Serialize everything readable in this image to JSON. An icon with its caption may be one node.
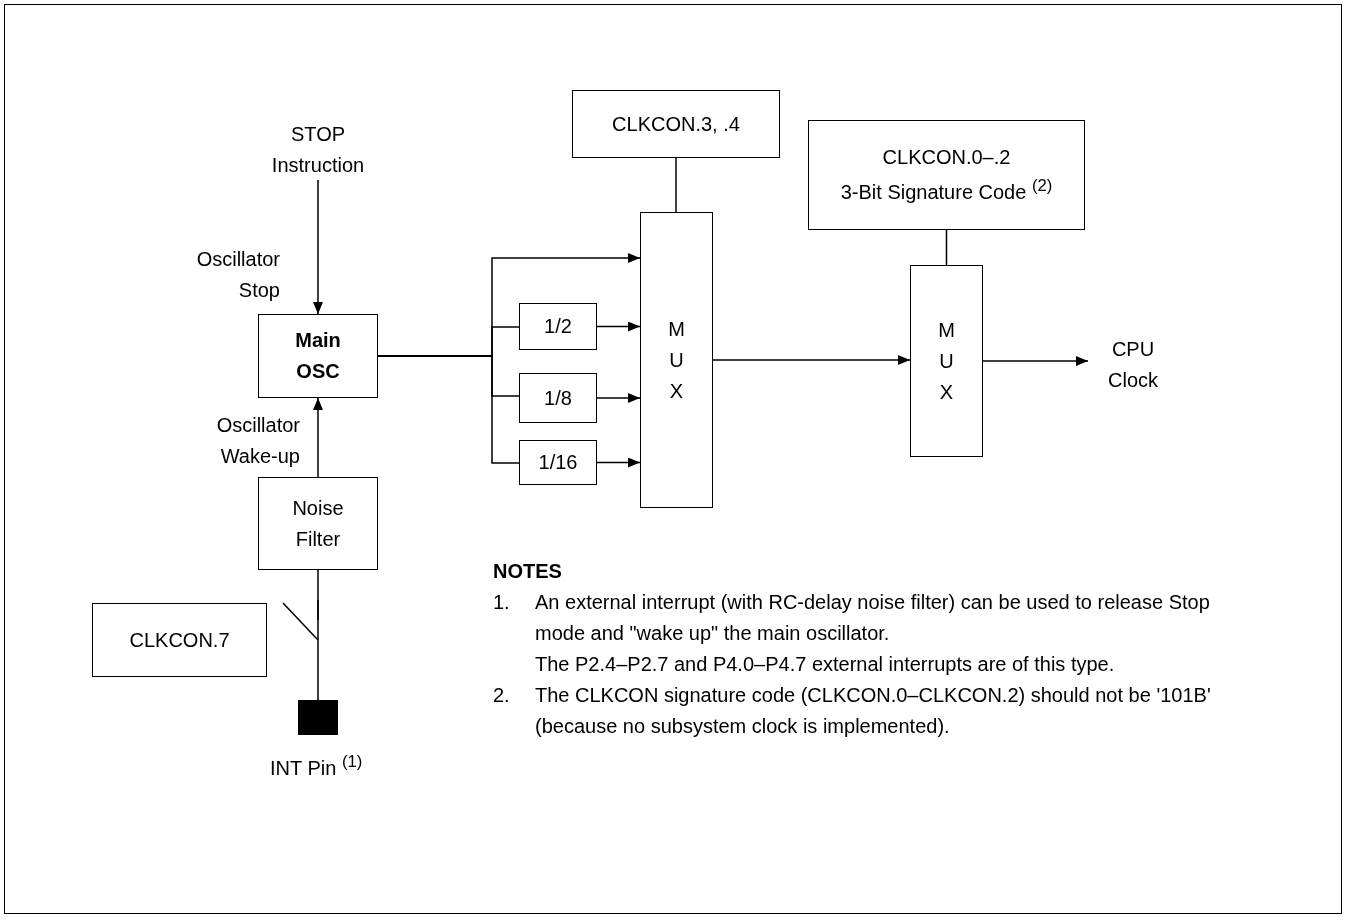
{
  "diagram": {
    "nodes": [
      {
        "text": [
          "STOP Instruction"
        ]
      },
      {
        "text": [
          "Main OSC"
        ]
      },
      {
        "text": [
          "Noise Filter"
        ]
      },
      {
        "text": [
          "CLKCON.7"
        ]
      },
      {
        "text": [],
        "shape": "box",
        "beside": [
          "INT Pin $^{(1)}$"
        ]
      },
      {
        "text": [
          "CLKCON.3, .4"
        ]
      },
      {
        "text": [
          "1/2"
        ]
      },
      {
        "text": [
          "1/8"
        ]
      },
      {
        "text": [
          "1/16"
        ]
      },
      {
        "text": [
          "M U X"
        ]
      },
      {
        "text": [
          "CLKCON.0–.2",
          "3-Bit Signature Code $^{(2)}$"
        ]
      },
      {
        "text": [
          "M U X"
        ]
      },
      {
        "text": [
          "CPU Clock"
        ]
      },
      {
        "text": [],
        "shape": "switch"
      }
    ],
    "edges": [
      {
        "from": 0,
        "to": 1,
        "arrow": "to",
        "label": "Oscillator Stop"
      },
      {
        "from": 2,
        "to": 1,
        "arrow": "to",
        "label": "Oscillator Wake-up"
      },
      {
        "from": 4,
        "to": 13,
        "arrow": "none"
      },
      {
        "from": 1,
        "to": 9,
        "arrow": "to"
      },
      {
        "from": 1,
        "to": 6,
        "arrow": "none"
      },
      {
        "from": 1,
        "to": 7,
        "arrow": "none"
      },
      {
        "from": 1,
        "to": 8,
        "arrow": "none"
      },
      {
        "from": 6,
        "to": 9,
        "arrow": "to"
      },
      {
        "from": 7,
        "to": 9,
        "arrow": "to"
      },
      {
        "from": 8,
        "to": 9,
        "arrow": "to"
      },
      {
        "from": 5,
        "to": 9,
        "arrow": "none"
      },
      {
        "from": 9,
        "to": 11,
        "arrow": "to"
      },
      {
        "from": 10,
        "to": 11,
        "arrow": "none"
      },
      {
        "from": 11,
        "to": 12,
        "arrow": "to"
      },
      {
        "from": 13,
        "to": 2,
        "arrow": "none"
      }
    ],
    "labels": [
      "NOTES",
      "1.",
      "An external interrupt (with RC-delay noise filter) can be used to release Stop mode and \"wake up\" the main oscillator.",
      "The P2.4–P2.7 and P4.0–P4.7 external interrupts are of this type.",
      "2.",
      "The CLKCON signature code (CLKCON.0–CLKCON.2) should not be '101B' (because no subsystem clock is implemented)."
    ]
  }
}
